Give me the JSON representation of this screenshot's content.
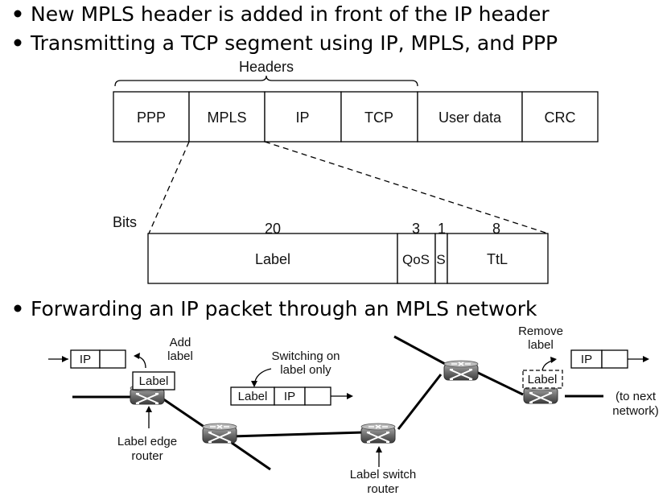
{
  "bullets": [
    "New MPLS header is added in front of the IP header",
    "Transmitting a TCP segment using IP, MPLS, and PPP",
    "Forwarding an IP packet through an MPLS network"
  ],
  "header_diagram": {
    "brace_label": "Headers",
    "fields": [
      "PPP",
      "MPLS",
      "IP",
      "TCP",
      "User data",
      "CRC"
    ],
    "bits_label": "Bits",
    "mpls_fields": [
      "Label",
      "QoS",
      "S",
      "TtL"
    ],
    "mpls_bits": [
      "20",
      "3",
      "1",
      "8"
    ]
  },
  "network_diagram": {
    "add_label": [
      "Add",
      "label"
    ],
    "ip_packet": "IP",
    "label_box": "Label",
    "switching_note": [
      "Switching on",
      "label only"
    ],
    "packet_label": "Label",
    "packet_ip": "IP",
    "edge_router": [
      "Label edge",
      "router"
    ],
    "switch_router": [
      "Label switch",
      "router"
    ],
    "remove_label": [
      "Remove",
      "label"
    ],
    "ip_packet_out": "IP",
    "label_removed": "Label",
    "to_next": [
      "(to next",
      "network)"
    ]
  }
}
